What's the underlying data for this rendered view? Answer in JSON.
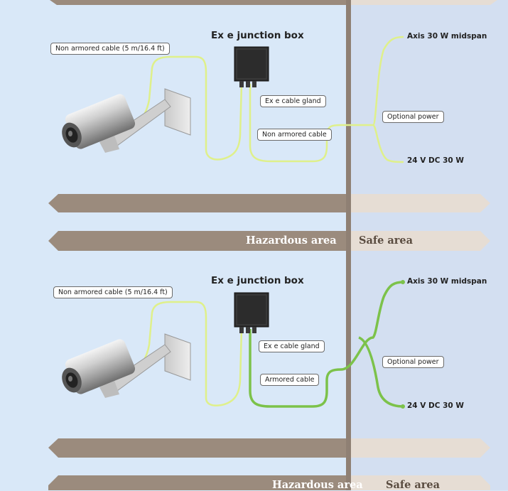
{
  "diagram1": {
    "title": "Ex e junction box",
    "camera_cable_label": "Non armored cable (5 m/16.4 ft)",
    "gland_label": "Ex e cable gland",
    "cable_label": "Non armored cable",
    "midspan_label": "Axis 30 W midspan",
    "optional_power_label": "Optional power",
    "dc_label": "24 V DC 30 W"
  },
  "band1": {
    "hazardous": "Hazardous area",
    "safe": "Safe area"
  },
  "diagram2": {
    "title": "Ex e junction box",
    "camera_cable_label": "Non armored cable (5 m/16.4 ft)",
    "gland_label": "Ex e cable gland",
    "cable_label": "Armored cable",
    "midspan_label": "Axis 30 W midspan",
    "optional_power_label": "Optional power",
    "dc_label": "24 V DC 30 W"
  },
  "band2": {
    "hazardous": "Hazardous area",
    "safe": "Safe area"
  },
  "colors": {
    "hazardous_bg": "#d9e8f8",
    "safe_bg": "#d3dff1",
    "divider": "#8f8074",
    "band_hazardous": "#9b8b7d",
    "band_safe": "#e6ddd4",
    "thin_cable": "#dff08a",
    "armored_cable": "#7cc24a",
    "junction_box": "#2c2c2c"
  },
  "icons": [
    "camera-icon",
    "wall-bracket-icon",
    "junction-box-icon"
  ]
}
